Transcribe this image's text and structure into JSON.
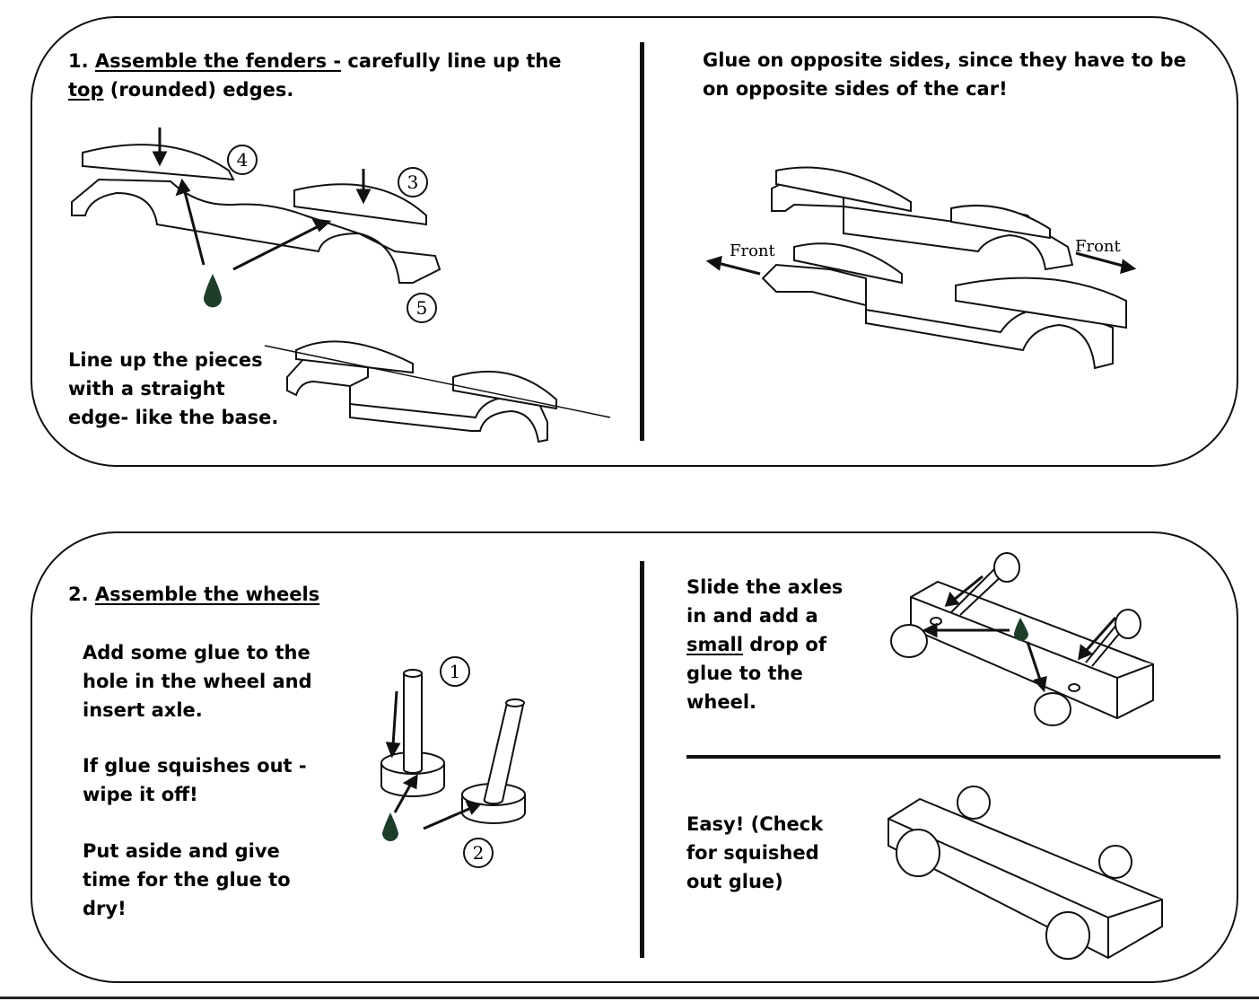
{
  "step1": {
    "number": "1.",
    "title": "Assemble the fenders -",
    "title_rest": " carefully line up the",
    "title_word2": "top",
    "title_rest2": " (rounded) edges.",
    "callouts": [
      "4",
      "3",
      "5"
    ],
    "lineup_text": [
      "Line up the pieces",
      "with a straight",
      "edge- like the base."
    ],
    "glue_text": [
      "Glue on opposite sides, since they have to be",
      "on opposite sides of the car!"
    ],
    "front_left": "Front",
    "front_right": "Front"
  },
  "step2": {
    "number": "2.",
    "title": "Assemble the wheels",
    "instructions": [
      [
        "Add some glue to the",
        "hole in the wheel and",
        "insert axle."
      ],
      [
        "If glue squishes out -",
        "wipe it off!"
      ],
      [
        "Put aside and give",
        "time for the glue to",
        "dry!"
      ]
    ],
    "callouts": [
      "1",
      "2"
    ],
    "axle_text": [
      "Slide the axles",
      "in and add a",
      "small",
      " drop of",
      "glue to the",
      "wheel."
    ],
    "easy_text": [
      "Easy! (Check",
      "for squished",
      "out glue)"
    ]
  },
  "colors": {
    "glue_drop": "#1f3d2b",
    "ink": "#111111"
  }
}
